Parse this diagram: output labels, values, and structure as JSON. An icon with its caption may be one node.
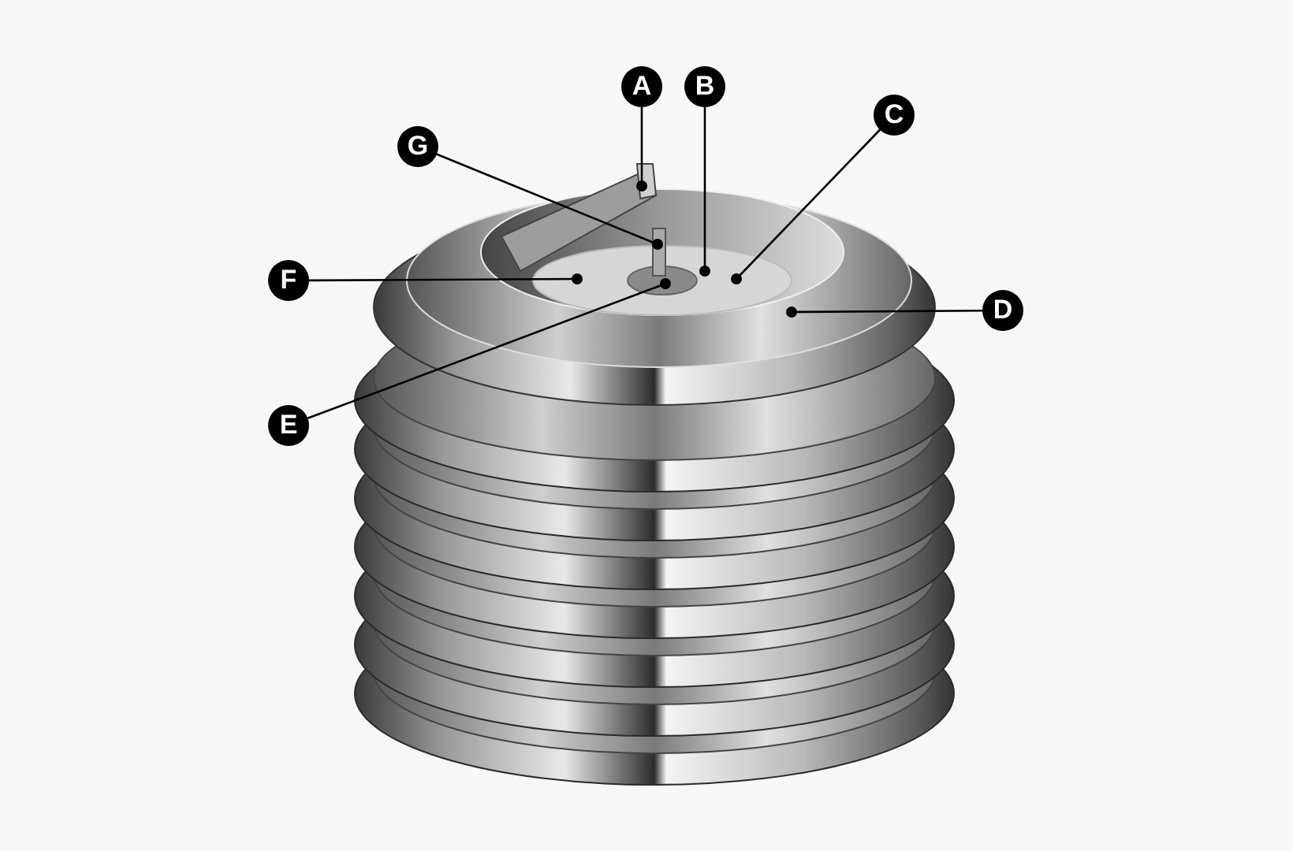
{
  "diagram": {
    "nodes": [
      {
        "text": [
          "A"
        ]
      },
      {
        "text": [
          "B"
        ]
      },
      {
        "text": [
          "C"
        ]
      },
      {
        "text": [
          "G"
        ]
      },
      {
        "text": [
          "F"
        ]
      },
      {
        "text": [
          "D"
        ]
      },
      {
        "text": [
          "E"
        ]
      }
    ],
    "edges": [
      {
        "from": 0,
        "to": null,
        "arrow": "other"
      },
      {
        "from": 1,
        "to": null,
        "arrow": "other"
      },
      {
        "from": 2,
        "to": null,
        "arrow": "other"
      },
      {
        "from": 3,
        "to": null,
        "arrow": "other"
      },
      {
        "from": 4,
        "to": null,
        "arrow": "other"
      },
      {
        "from": 5,
        "to": null,
        "arrow": "other"
      },
      {
        "from": 6,
        "to": null,
        "arrow": "other"
      }
    ]
  }
}
